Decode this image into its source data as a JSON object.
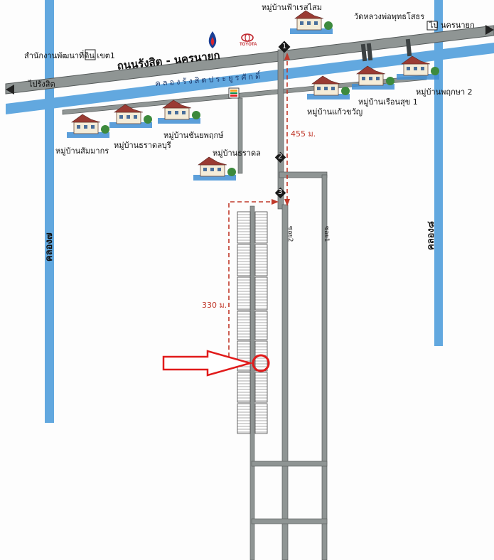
{
  "roads": {
    "main_road": "ถนนรังสิต - นครนายก",
    "canal": "คลองรังสิตประยูรศักดิ์",
    "left_khlong": "คลอง๗",
    "right_khlong": "คลอง๘",
    "lane_left": "ซอย2",
    "lane_right": "ซอย1"
  },
  "directions": {
    "to_rangsit": "ไปรังสิต",
    "to_nakhon_nayok": "ไป นครนายก"
  },
  "landmarks": {
    "land_office": "สำนักงานพัฒนาที่ดิน เขต1",
    "temple": "วัดหลวงพ่อพุทธโสธร",
    "ptt": "PTT",
    "toyota": "TOYOTA",
    "seven_eleven": "7"
  },
  "villages": {
    "fresh_sky": "หมู่บ้านฟ้าเรสไสม",
    "kaew_kwan": "หมู่บ้านแก้วขวัญ",
    "ruean_suk": "หมู่บ้านเรือนสุข 1",
    "pruksa": "หมู่บ้านพฤกษา 2",
    "sammakorn": "หมู่บ้านสัมมากร",
    "tharathon_buri": "หมู่บ้านธราดลบุรี",
    "chan_pruk": "หมู่บ้านชันยพฤกษ์",
    "tharadon": "หมู่บ้านธราดล"
  },
  "markers": {
    "m1": "1",
    "m2": "2",
    "m3": "3"
  },
  "distances": {
    "d1": "455 ม.",
    "d2": "330 ม."
  },
  "colors": {
    "water": "#62a8df",
    "road": "#8f9594",
    "road_edge": "#565b5b",
    "dashed_route": "#c0392b",
    "arrow": "#e11b1b"
  }
}
